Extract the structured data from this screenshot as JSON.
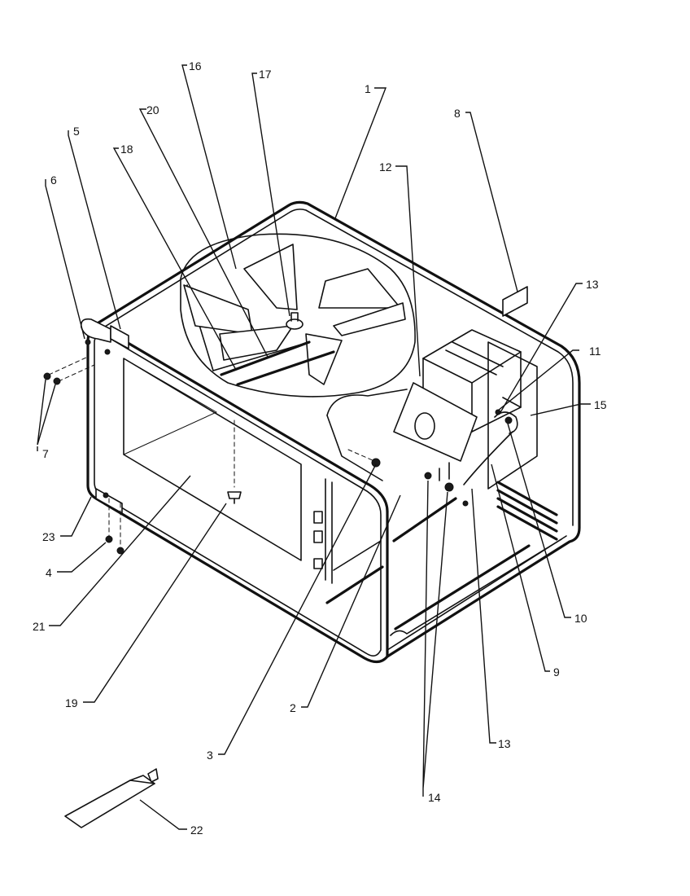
{
  "callouts": [
    {
      "id": "c1",
      "label": "1"
    },
    {
      "id": "c2",
      "label": "2"
    },
    {
      "id": "c3",
      "label": "3"
    },
    {
      "id": "c4",
      "label": "4"
    },
    {
      "id": "c5",
      "label": "5"
    },
    {
      "id": "c6",
      "label": "6"
    },
    {
      "id": "c7",
      "label": "7"
    },
    {
      "id": "c8",
      "label": "8"
    },
    {
      "id": "c9",
      "label": "9"
    },
    {
      "id": "c10",
      "label": "10"
    },
    {
      "id": "c11",
      "label": "11"
    },
    {
      "id": "c12",
      "label": "12"
    },
    {
      "id": "c13a",
      "label": "13"
    },
    {
      "id": "c13b",
      "label": "13"
    },
    {
      "id": "c14",
      "label": "14"
    },
    {
      "id": "c15",
      "label": "15"
    },
    {
      "id": "c16",
      "label": "16"
    },
    {
      "id": "c17",
      "label": "17"
    },
    {
      "id": "c18",
      "label": "18"
    },
    {
      "id": "c19",
      "label": "19"
    },
    {
      "id": "c20",
      "label": "20"
    },
    {
      "id": "c21",
      "label": "21"
    },
    {
      "id": "c22",
      "label": "22"
    },
    {
      "id": "c23",
      "label": "23"
    }
  ]
}
